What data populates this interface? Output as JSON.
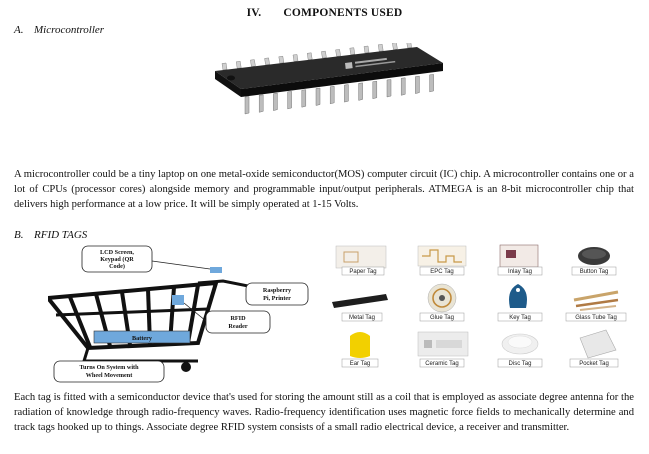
{
  "section": {
    "number": "IV.",
    "title": "COMPONENTS USED"
  },
  "sub_a": {
    "letter": "A.",
    "title": "Microcontroller"
  },
  "para_a": "A microcontroller could be a tiny laptop on one metal-oxide semiconductor(MOS) computer circuit (IC) chip. A microcontroller contains one or a lot of CPUs (processor cores) alongside memory and programmable input/output peripherals. ATMEGA is an 8-bit microcontroller chip that delivers high performance at a low price. It will be simply operated at 1-15 Volts.",
  "sub_b": {
    "letter": "B.",
    "title": "RFID TAGS"
  },
  "cart_diagram": {
    "lcd": [
      "LCD Screen,",
      "Keypad (QR",
      "Code)"
    ],
    "raspberry": [
      "Raspberry",
      "Pi, Printer"
    ],
    "rfid_reader": [
      "RFID",
      "Reader"
    ],
    "battery": "Battery",
    "turns_on": [
      "Turns On System with",
      "Wheel Movement"
    ]
  },
  "tags": [
    "Paper Tag",
    "EPC Tag",
    "Inlay Tag",
    "Button Tag",
    "Metal Tag",
    "Glue Tag",
    "Key Tag",
    "Glass Tube Tag",
    "Ear Tag",
    "Ceramic Tag",
    "Disc Tag",
    "Pocket Tag"
  ],
  "para_b": "Each tag is fitted with a semiconductor device that's used for storing the amount still as a coil that is employed as associate degree antenna for the radiation of knowledge through radio-frequency waves. Radio-frequency identification uses magnetic force fields to mechanically determine and track tags hooked up to things. Associate degree RFID system consists of a small radio electrical device, a receiver and transmitter.",
  "colors": {
    "cart_blue": "#6fa8dc",
    "chip_black": "#1c1c1c",
    "pin_silver": "#c8c8c8"
  }
}
